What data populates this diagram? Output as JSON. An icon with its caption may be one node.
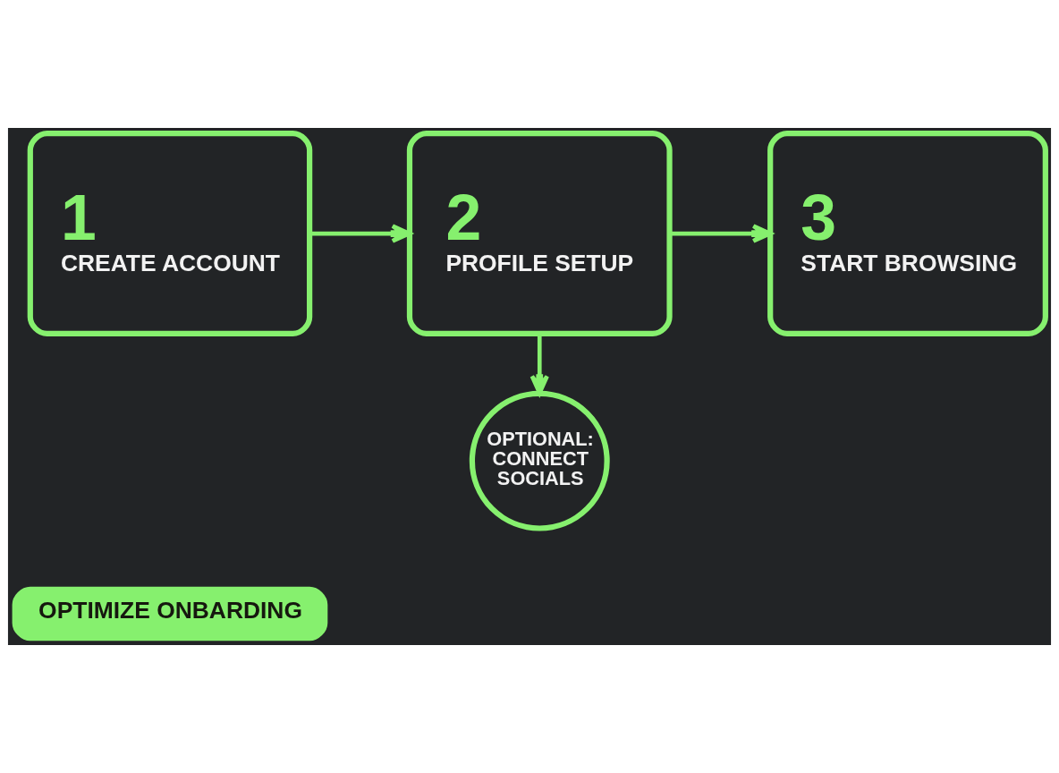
{
  "diagram": {
    "nodes": [
      {
        "text": [
          "1",
          "CREATE ACCOUNT"
        ]
      },
      {
        "text": [
          "2",
          "PROFILE SETUP"
        ]
      },
      {
        "text": [
          "3",
          "START BROWSING"
        ]
      },
      {
        "text": [
          "OPTIONAL: CONNECT SOCIALS"
        ]
      },
      {
        "text": [
          "OPTIMIZE ONBARDING"
        ]
      }
    ],
    "edges": [
      {
        "from": 0,
        "to": 1,
        "arrow": "to"
      },
      {
        "from": 1,
        "to": 2,
        "arrow": "to"
      },
      {
        "from": 1,
        "to": 3,
        "arrow": "to"
      }
    ]
  }
}
